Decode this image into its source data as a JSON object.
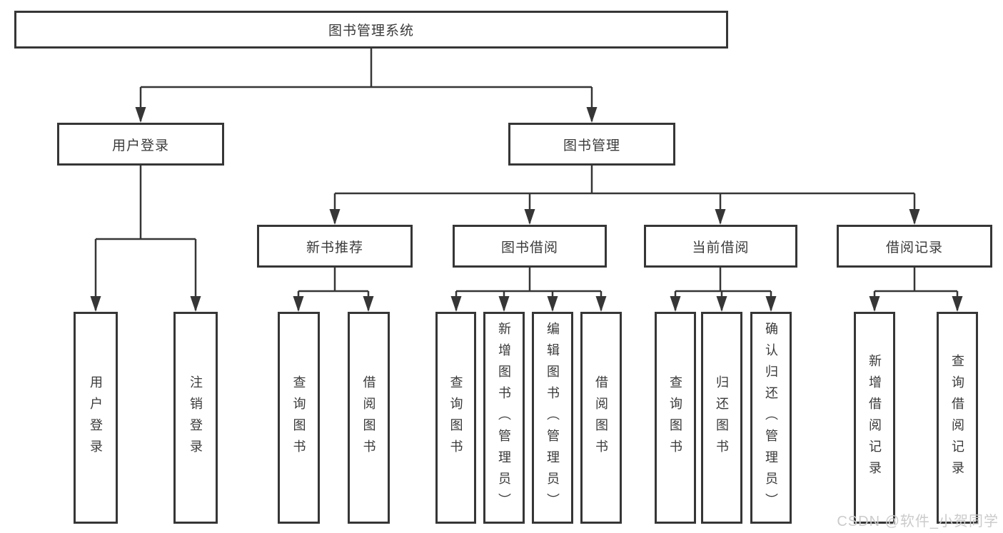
{
  "tree": {
    "label": "图书管理系统",
    "children": [
      {
        "label": "用户登录",
        "children": [
          {
            "label": "用户登录"
          },
          {
            "label": "注销登录"
          }
        ]
      },
      {
        "label": "图书管理",
        "children": [
          {
            "label": "新书推荐",
            "children": [
              {
                "label": "查询图书"
              },
              {
                "label": "借阅图书"
              }
            ]
          },
          {
            "label": "图书借阅",
            "children": [
              {
                "label": "查询图书"
              },
              {
                "label": "新增图书（管理员）"
              },
              {
                "label": "编辑图书（管理员）"
              },
              {
                "label": "借阅图书"
              }
            ]
          },
          {
            "label": "当前借阅",
            "children": [
              {
                "label": "查询图书"
              },
              {
                "label": "归还图书"
              },
              {
                "label": "确认归还（管理员）"
              }
            ]
          },
          {
            "label": "借阅记录",
            "children": [
              {
                "label": "新增借阅记录"
              },
              {
                "label": "查询借阅记录"
              }
            ]
          }
        ]
      }
    ]
  },
  "watermark": {
    "text": "CSDN @软件_小贺同学"
  },
  "colors": {
    "line": "#363636",
    "box_border": "#363636",
    "text": "#3a3a3a",
    "watermark": "#cbcbcb",
    "background": "#ffffff"
  }
}
